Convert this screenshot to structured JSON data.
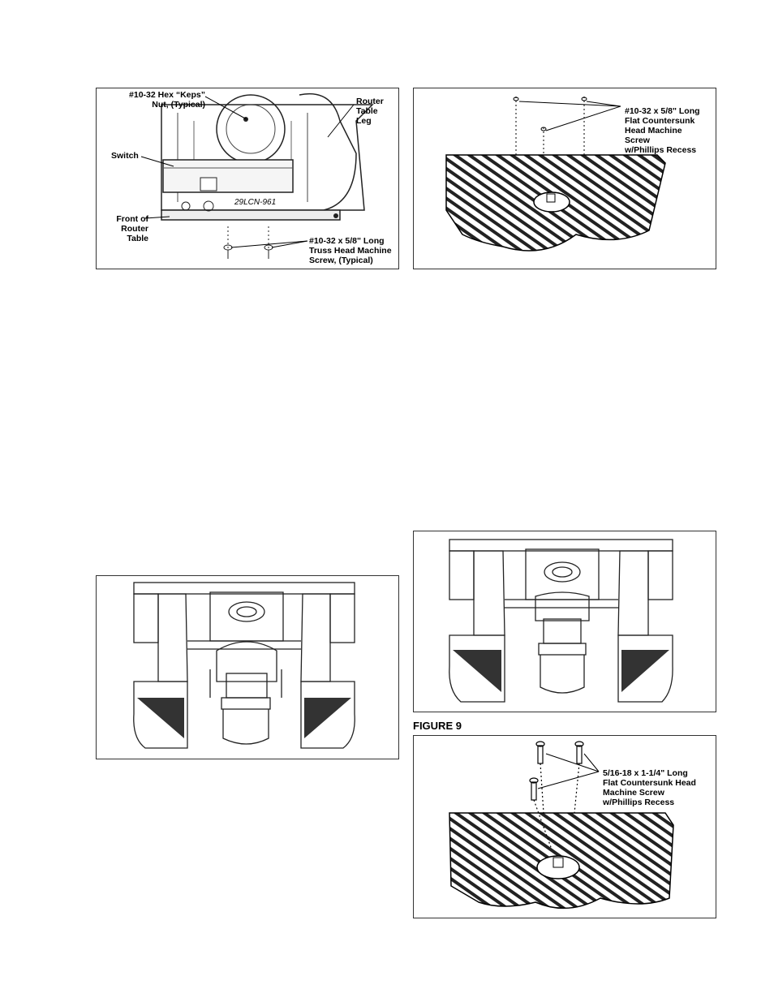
{
  "figure_a": {
    "hex_nut_line1": "#10-32 Hex “Keps”",
    "hex_nut_line2": "Nut, (Typical)",
    "router_leg_line1": "Router",
    "router_leg_line2": "Table",
    "router_leg_line3": "Leg",
    "switch": "Switch",
    "front_line1": "Front of",
    "front_line2": "Router",
    "front_line3": "Table",
    "part_number": "29LCN-961",
    "screw_line1": "#10-32 x 5/8\" Long",
    "screw_line2": "Truss Head Machine",
    "screw_line3": "Screw, (Typical)"
  },
  "figure_b": {
    "line1": "#10-32 x 5/8\" Long",
    "line2": "Flat Countersunk",
    "line3": "Head Machine",
    "line4": "Screw",
    "line5": "w/Phillips Recess"
  },
  "figure_9": {
    "caption": "FIGURE 9"
  },
  "figure_d": {
    "line1": "5/16-18 x 1-1/4\" Long",
    "line2": "Flat Countersunk Head",
    "line3": "Machine Screw",
    "line4": "w/Phillips Recess"
  }
}
